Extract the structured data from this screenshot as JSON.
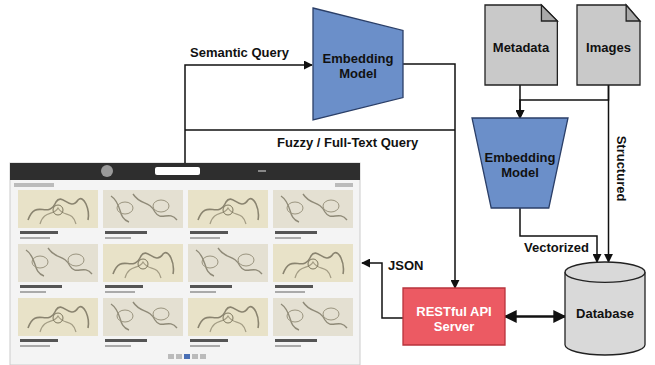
{
  "diagram": {
    "nodes": [
      {
        "text": [
          "Embedding Model"
        ]
      },
      {
        "text": [
          "Metadata"
        ]
      },
      {
        "text": [
          "Images"
        ]
      },
      {
        "text": [
          "Embedding Model"
        ]
      },
      {
        "text": [
          "RESTful API Server"
        ]
      },
      {
        "text": [
          "Database"
        ]
      }
    ],
    "edges": [
      {
        "from": 1,
        "to": 3,
        "arrow": "to"
      },
      {
        "from": 2,
        "to": 3,
        "arrow": "to"
      },
      {
        "from": 2,
        "to": 5,
        "label": "Structured",
        "arrow": "to"
      },
      {
        "from": 3,
        "to": 5,
        "label": "Vectorized",
        "arrow": "to"
      },
      {
        "from": 0,
        "to": 4,
        "arrow": "to"
      },
      {
        "from": 4,
        "to": 5,
        "arrow": "both"
      }
    ],
    "labels": [
      "Semantic Query",
      "Fuzzy / Full-Text Query",
      "JSON"
    ]
  }
}
